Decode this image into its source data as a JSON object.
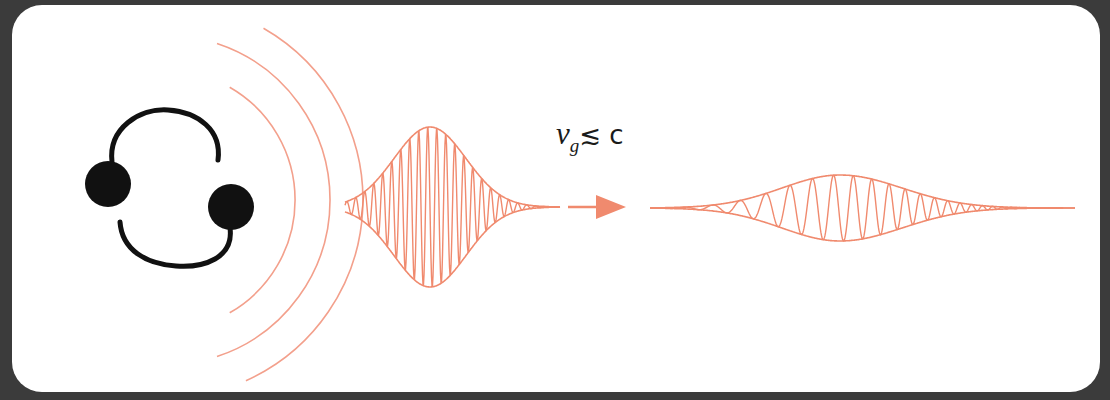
{
  "diagram": {
    "labels": [
      "v",
      "g",
      "≲ c"
    ]
  }
}
